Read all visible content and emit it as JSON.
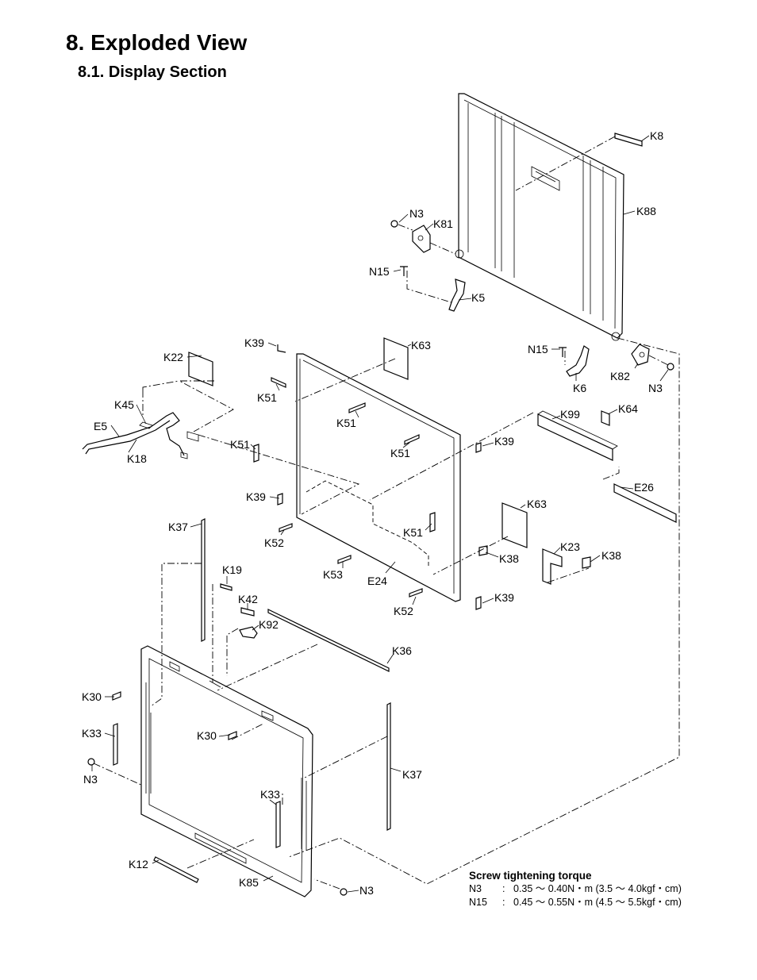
{
  "heading": "8. Exploded View",
  "subheading": "8.1. Display Section",
  "labels": {
    "K8": "K8",
    "K88": "K88",
    "N3a": "N3",
    "K81": "K81",
    "N15a": "N15",
    "K5": "K5",
    "K39a": "K39",
    "K63a": "K63",
    "K22": "K22",
    "N15b": "N15",
    "K6": "K6",
    "K82": "K82",
    "N3b": "N3",
    "K51a": "K51",
    "K45": "K45",
    "E5": "E5",
    "K18": "K18",
    "K51b": "K51",
    "K99": "K99",
    "K64": "K64",
    "K51c": "K51",
    "K51d": "K51",
    "K39b": "K39",
    "E26": "E26",
    "K39c": "K39",
    "K63b": "K63",
    "K37a": "K37",
    "K52a": "K52",
    "K51e": "K51",
    "K23": "K23",
    "K38a": "K38",
    "K38b": "K38",
    "K53": "K53",
    "E24": "E24",
    "K19": "K19",
    "K42": "K42",
    "K39d": "K39",
    "K52b": "K52",
    "K92": "K92",
    "K36": "K36",
    "K30a": "K30",
    "K33a": "K33",
    "K30b": "K30",
    "N3c": "N3",
    "K37b": "K37",
    "K33b": "K33",
    "K12": "K12",
    "K85": "K85",
    "N3d": "N3"
  },
  "torque": {
    "title": "Screw tightening torque",
    "rows": [
      {
        "screw": "N3",
        "sep": ":",
        "value": "0.35 ～ 0.40N・m (3.5 ～ 4.0kgf・cm)"
      },
      {
        "screw": "N15",
        "sep": ":",
        "value": "0.45 ～ 0.55N・m (4.5 ～ 5.5kgf・cm)"
      }
    ]
  }
}
